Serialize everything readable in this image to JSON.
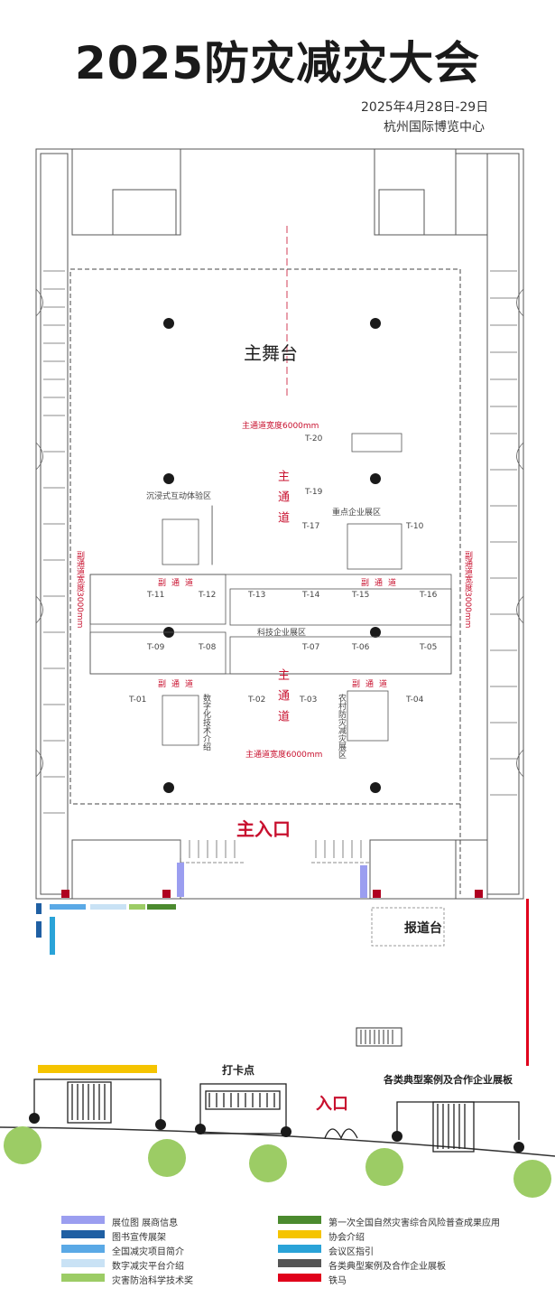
{
  "header": {
    "title": "2025防灾减灾大会",
    "date": "2025年4月28日-29日",
    "venue": "杭州国际博览中心"
  },
  "zones": {
    "main_stage": "主舞台",
    "main_aisle_width_top": "主通道宽度6000mm",
    "main_aisle_width_bottom": "主通道宽度6000mm",
    "main_aisle_vertical_top": "主通道",
    "main_aisle_vertical_bottom": "主通道",
    "side_aisle_left": "副通道宽度3000mm",
    "side_aisle_right": "副通道宽度3000mm",
    "aisle_1": "副通道",
    "aisle_2": "副通道",
    "aisle_3": "副通道",
    "aisle_4": "副通道",
    "zone_immersive": "沉浸式互动体验区",
    "zone_key_enterprise": "重点企业展区",
    "zone_enterprise": "科技企业展区",
    "zone_digital": "数字化技术介绍",
    "zone_rural": "农村防灾减灾展区",
    "main_entrance": "主入口",
    "registration": "报道台",
    "checkin": "打卡点",
    "entrance": "入口",
    "cases_board": "各类典型案例及合作企业展板"
  },
  "booths": [
    "T-20",
    "T-19",
    "T-17",
    "T-10",
    "T-11",
    "T-12",
    "T-13",
    "T-14",
    "T-15",
    "T-16",
    "T-09",
    "T-08",
    "T-07",
    "T-06",
    "T-05",
    "T-01",
    "T-02",
    "T-03",
    "T-04"
  ],
  "legend": [
    {
      "color": "#9b9ef0",
      "label": "展位图 展商信息"
    },
    {
      "color": "#1f5fa3",
      "label": "图书宣传展架"
    },
    {
      "color": "#5aa9e6",
      "label": "全国减灾项目简介"
    },
    {
      "color": "#c9e2f5",
      "label": "数字减灾平台介绍"
    },
    {
      "color": "#9ccc65",
      "label": "灾害防治科学技术奖"
    },
    {
      "color": "#4b8a2e",
      "label": "第一次全国自然灾害综合风险普查成果应用"
    },
    {
      "color": "#f5c400",
      "label": "协会介绍"
    },
    {
      "color": "#2aa3d8",
      "label": "会议区指引"
    },
    {
      "color": "#555555",
      "label": "各类典型案例及合作企业展板"
    },
    {
      "color": "#e0001b",
      "label": "铁马"
    }
  ]
}
